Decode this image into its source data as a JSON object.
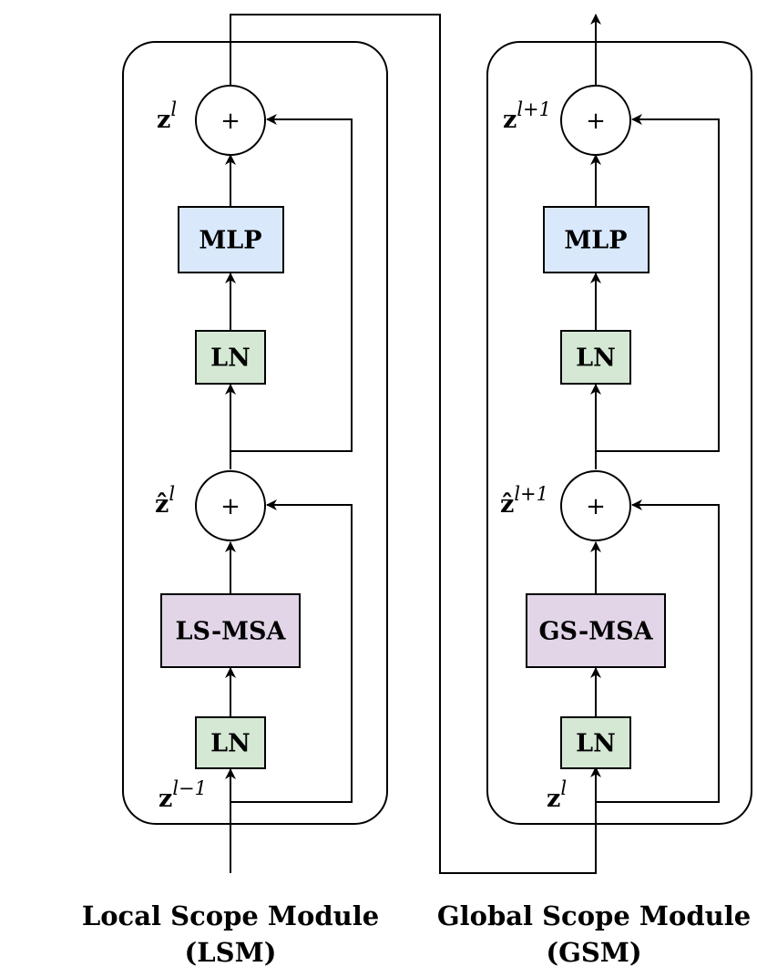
{
  "lsm": {
    "blocks": {
      "ln": "LN",
      "mlp": "MLP",
      "msa": "LS-MSA"
    },
    "plus": "+",
    "labels": {
      "output": {
        "base": "z",
        "sup": "l"
      },
      "mid": {
        "base": "ẑ",
        "sup": "l"
      },
      "input": {
        "base": "z",
        "sup": "l−1"
      }
    },
    "caption_line1": "Local Scope Module",
    "caption_line2": "(LSM)"
  },
  "gsm": {
    "blocks": {
      "ln": "LN",
      "mlp": "MLP",
      "msa": "GS-MSA"
    },
    "plus": "+",
    "labels": {
      "output": {
        "base": "z",
        "sup": "l+1"
      },
      "mid": {
        "base": "ẑ",
        "sup": "l+1"
      },
      "input": {
        "base": "z",
        "sup": "l"
      }
    },
    "caption_line1": "Global Scope Module",
    "caption_line2": "(GSM)"
  },
  "colors": {
    "mlp_fill": "#dae8fc",
    "ln_fill": "#d5e8d4",
    "msa_fill": "#e1d5e7",
    "stroke": "#000000"
  }
}
